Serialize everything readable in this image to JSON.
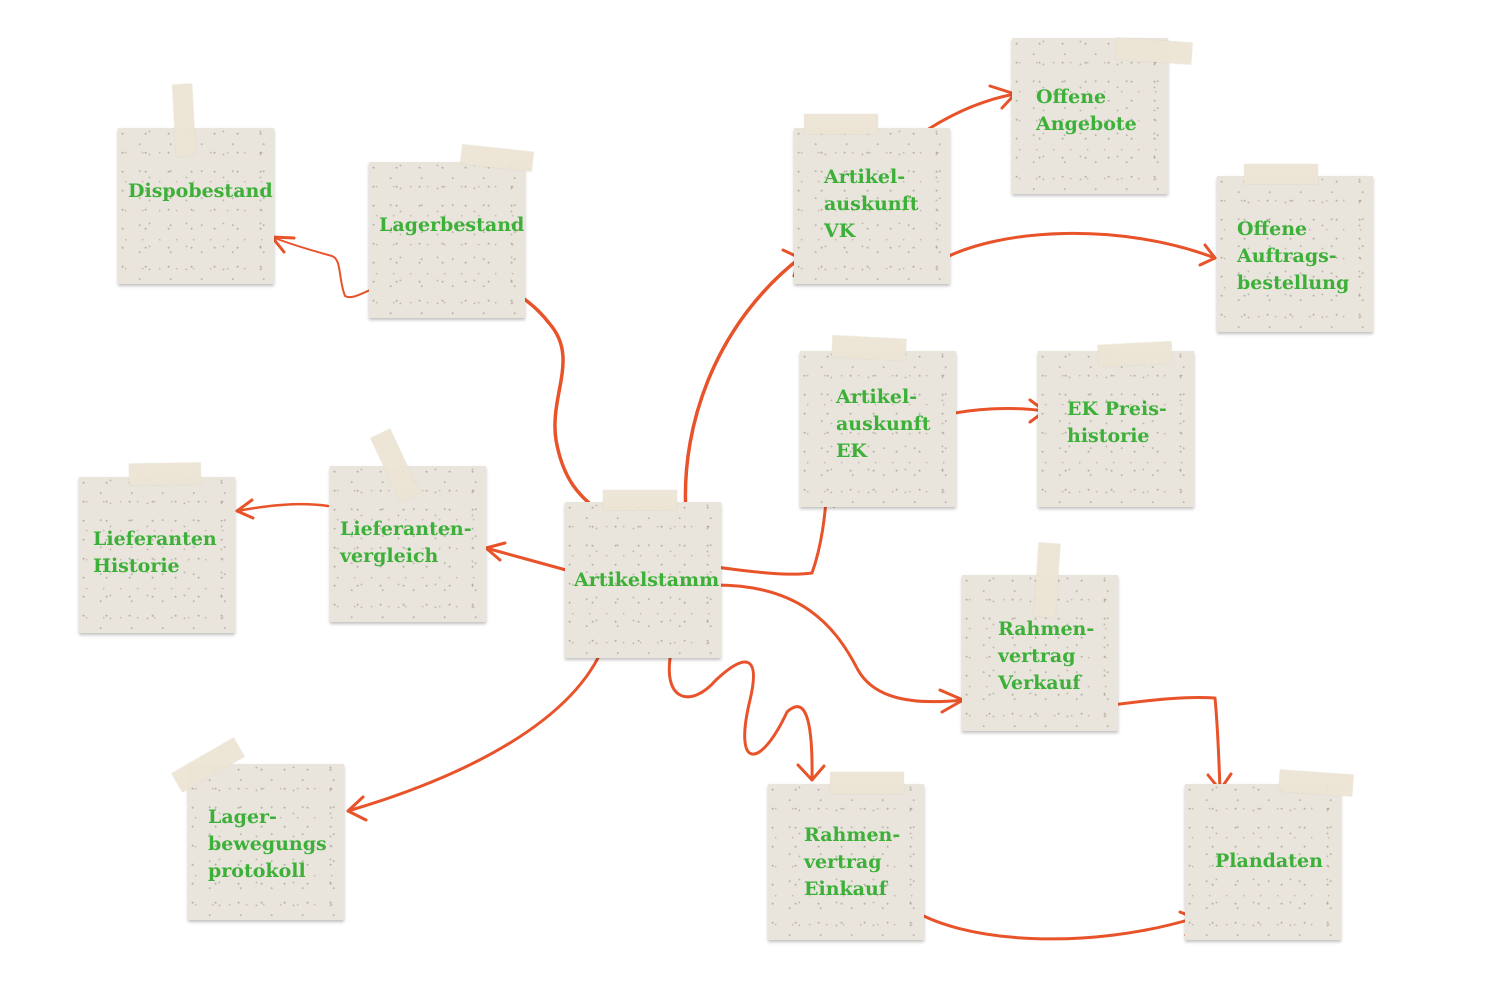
{
  "colors": {
    "note": "#e9e5dc",
    "text": "#3cb038",
    "arrow": "#e8532a"
  },
  "notes": [
    {
      "id": "dispobestand",
      "lines": [
        "Dispobestand"
      ]
    },
    {
      "id": "lagerbestand",
      "lines": [
        "Lagerbestand"
      ]
    },
    {
      "id": "lieferanten-historie",
      "lines": [
        "Lieferanten",
        "Historie"
      ]
    },
    {
      "id": "lieferantenvergleich",
      "lines": [
        "Lieferanten-",
        "vergleich"
      ]
    },
    {
      "id": "lagerbewegungsprotokoll",
      "lines": [
        "Lager-",
        "bewegungs",
        "protokoll"
      ]
    },
    {
      "id": "artikelstamm",
      "lines": [
        "Artikelstamm"
      ]
    },
    {
      "id": "artikelauskunft-vk",
      "lines": [
        "Artikel-",
        "auskunft",
        "VK"
      ]
    },
    {
      "id": "offene-angebote",
      "lines": [
        "Offene",
        "Angebote"
      ]
    },
    {
      "id": "offene-auftragsbestellung",
      "lines": [
        "Offene",
        "Auftrags-",
        "bestellung"
      ]
    },
    {
      "id": "artikelauskunft-ek",
      "lines": [
        "Artikel-",
        "auskunft",
        "EK"
      ]
    },
    {
      "id": "ek-preishistorie",
      "lines": [
        "EK Preis-",
        "historie"
      ]
    },
    {
      "id": "rahmenvertrag-verkauf",
      "lines": [
        "Rahmen-",
        "vertrag",
        "Verkauf"
      ]
    },
    {
      "id": "rahmenvertrag-einkauf",
      "lines": [
        "Rahmen-",
        "vertrag",
        "Einkauf"
      ]
    },
    {
      "id": "plandaten",
      "lines": [
        "Plandaten"
      ]
    }
  ]
}
